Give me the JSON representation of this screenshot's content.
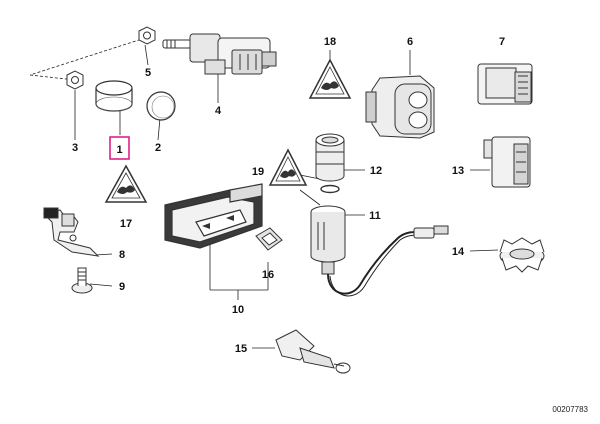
{
  "diagram": {
    "highlight_color": "#e0218a",
    "line_color": "#222222",
    "part_color": "#333333",
    "selected_callout": "1",
    "document_number": "00207783",
    "callouts": [
      {
        "id": "c1",
        "label": "1"
      },
      {
        "id": "c2",
        "label": "2"
      },
      {
        "id": "c3",
        "label": "3"
      },
      {
        "id": "c4",
        "label": "4"
      },
      {
        "id": "c5",
        "label": "5"
      },
      {
        "id": "c6",
        "label": "6"
      },
      {
        "id": "c7",
        "label": "7"
      },
      {
        "id": "c8",
        "label": "8"
      },
      {
        "id": "c9",
        "label": "9"
      },
      {
        "id": "c10",
        "label": "10"
      },
      {
        "id": "c11",
        "label": "11"
      },
      {
        "id": "c12",
        "label": "12"
      },
      {
        "id": "c13",
        "label": "13"
      },
      {
        "id": "c14",
        "label": "14"
      },
      {
        "id": "c15",
        "label": "15"
      },
      {
        "id": "c16",
        "label": "16"
      },
      {
        "id": "c17",
        "label": "17"
      },
      {
        "id": "c18",
        "label": "18"
      },
      {
        "id": "c19",
        "label": "19"
      }
    ]
  }
}
